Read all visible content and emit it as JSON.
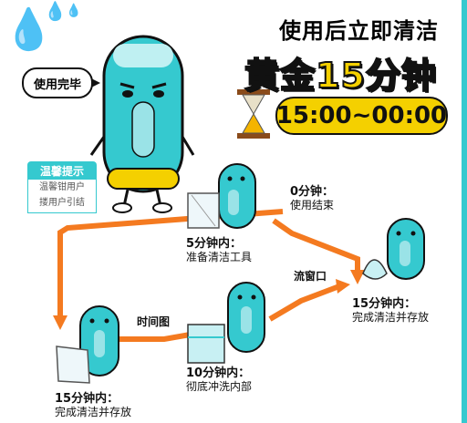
{
  "title": "使用后立即清洁",
  "golden": "黄金15分钟",
  "time_range": "15:00~00:00",
  "speech": "使用完毕",
  "tip": {
    "header": "温馨提示",
    "line1": "温馨钳用户",
    "line2": "搂用户引结"
  },
  "steps": [
    {
      "time": "0分钟：",
      "desc": "使用结束"
    },
    {
      "time": "5分钟内：",
      "desc": "准备清洁工具"
    },
    {
      "time": "10分钟内：",
      "desc": "彻底冲洗内部"
    },
    {
      "time": "15分钟内：",
      "desc": "完成清洁并存放"
    },
    {
      "time": "15分钟内：",
      "desc": "完成清洁并存放"
    }
  ],
  "tags": {
    "timeline": "时间图",
    "window": "流窗口"
  },
  "colors": {
    "teal": "#35c9cf",
    "orange": "#f47a20",
    "yellow": "#f4d000"
  },
  "icons": [
    "water-drop-icon",
    "hourglass-icon",
    "mascot",
    "cup-icon",
    "towel-icon"
  ]
}
